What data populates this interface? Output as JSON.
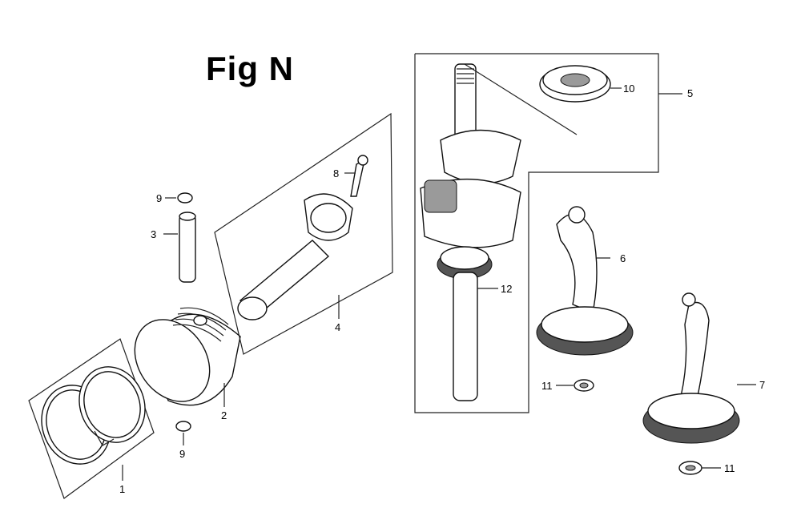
{
  "figure": {
    "title": "Fig N"
  },
  "callouts": [
    {
      "key": "rings",
      "label": "1"
    },
    {
      "key": "piston",
      "label": "2"
    },
    {
      "key": "pin",
      "label": "3"
    },
    {
      "key": "rod-assembly",
      "label": "4"
    },
    {
      "key": "crank-assembly",
      "label": "5"
    },
    {
      "key": "balancer-upper",
      "label": "6"
    },
    {
      "key": "balancer-lower",
      "label": "7"
    },
    {
      "key": "rod-bolt",
      "label": "8"
    },
    {
      "key": "clip-top",
      "label": "9"
    },
    {
      "key": "clip-bottom",
      "label": "9"
    },
    {
      "key": "bearing",
      "label": "10"
    },
    {
      "key": "washer-upper",
      "label": "11"
    },
    {
      "key": "washer-lower",
      "label": "11"
    },
    {
      "key": "crankshaft",
      "label": "12"
    }
  ]
}
